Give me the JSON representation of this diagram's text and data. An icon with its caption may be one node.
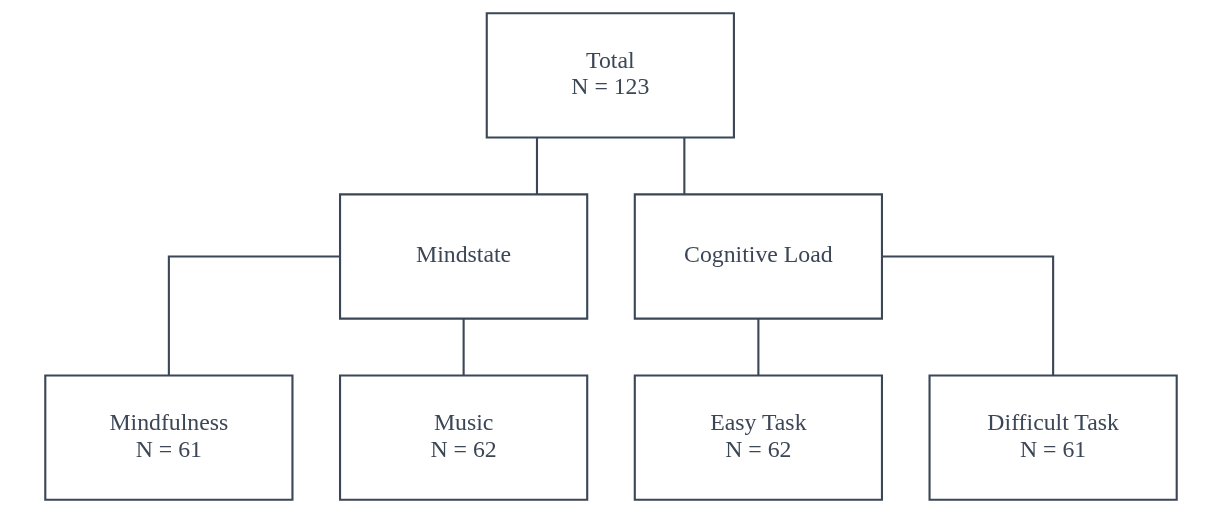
{
  "diagram": {
    "nodes": [
      {
        "text": [
          "Total",
          "N = 123"
        ]
      },
      {
        "text": [
          "Mindstate"
        ]
      },
      {
        "text": [
          "Cognitive Load"
        ]
      },
      {
        "text": [
          "Mindfulness",
          "N = 61"
        ]
      },
      {
        "text": [
          "Music",
          "N = 62"
        ]
      },
      {
        "text": [
          "Easy Task",
          "N = 62"
        ]
      },
      {
        "text": [
          "Difficult Task",
          "N = 61"
        ]
      }
    ],
    "edges": [
      {
        "from": 0,
        "to": 1,
        "arrow": "none"
      },
      {
        "from": 0,
        "to": 2,
        "arrow": "none"
      },
      {
        "from": 1,
        "to": 3,
        "arrow": "none"
      },
      {
        "from": 1,
        "to": 4,
        "arrow": "none"
      },
      {
        "from": 2,
        "to": 5,
        "arrow": "none"
      },
      {
        "from": 2,
        "to": 6,
        "arrow": "none"
      }
    ]
  }
}
